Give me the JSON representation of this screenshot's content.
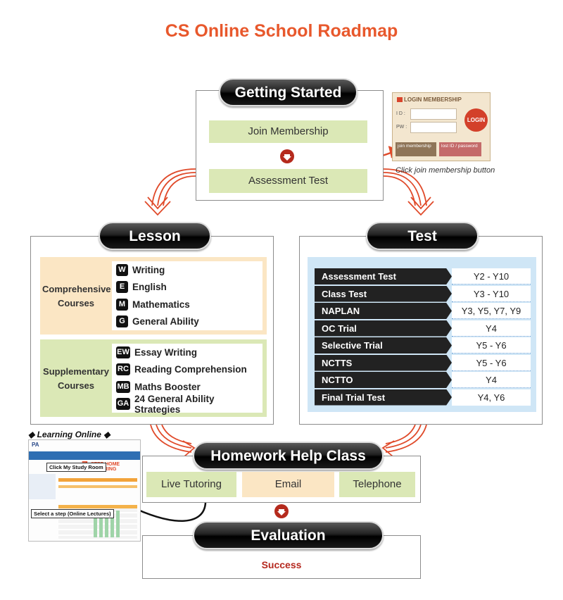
{
  "title": "CS Online School Roadmap",
  "getting_started": {
    "label": "Getting Started",
    "steps": [
      "Join Membership",
      "Assessment Test"
    ]
  },
  "login_widget": {
    "header": "LOGIN MEMBERSHIP",
    "id_label": "I D :",
    "pw_label": "PW :",
    "login_button": "LOGIN",
    "join_link": "join membership",
    "lost_link": "lost ID / password",
    "caption": "Click join membership button"
  },
  "lesson": {
    "label": "Lesson",
    "groups": [
      {
        "name": "Comprehensive Courses",
        "courses": [
          {
            "badge": "W",
            "name": "Writing"
          },
          {
            "badge": "E",
            "name": "English"
          },
          {
            "badge": "M",
            "name": "Mathematics"
          },
          {
            "badge": "G",
            "name": "General Ability"
          }
        ]
      },
      {
        "name": "Supplementary Courses",
        "courses": [
          {
            "badge": "EW",
            "name": "Essay Writing"
          },
          {
            "badge": "RC",
            "name": "Reading Comprehension"
          },
          {
            "badge": "MB",
            "name": "Maths Booster"
          },
          {
            "badge": "GA",
            "name": "24 General Ability Strategies"
          }
        ]
      }
    ]
  },
  "test": {
    "label": "Test",
    "rows": [
      {
        "name": "Assessment Test",
        "years": "Y2 - Y10"
      },
      {
        "name": "Class Test",
        "years": "Y3 - Y10"
      },
      {
        "name": "NAPLAN",
        "years": "Y3, Y5, Y7, Y9"
      },
      {
        "name": "OC Trial",
        "years": "Y4"
      },
      {
        "name": "Selective Trial",
        "years": "Y5 - Y6"
      },
      {
        "name": "NCTTS",
        "years": "Y5 - Y6"
      },
      {
        "name": "NCTTO",
        "years": "Y4"
      },
      {
        "name": "Final Trial Test",
        "years": "Y4, Y6"
      }
    ]
  },
  "homework": {
    "label": "Homework Help Class",
    "options": [
      "Live Tutoring",
      "Email",
      "Telephone"
    ]
  },
  "learning_online": {
    "header": "◆ Learning Online ◆",
    "brand": "PA",
    "banner_number": "7",
    "banner_text": "STEP HOME TUTORING",
    "callout_1": "Click My Study Room",
    "callout_2": "Select a step (Online Lectures)"
  },
  "evaluation": {
    "label": "Evaluation",
    "result": "Success"
  },
  "colors": {
    "title": "#e8582c",
    "green": "#dbe8b6",
    "peach": "#fbe6c4",
    "sky": "#cfe6f6",
    "arrow": "#e04a2a",
    "success": "#b5281e"
  }
}
